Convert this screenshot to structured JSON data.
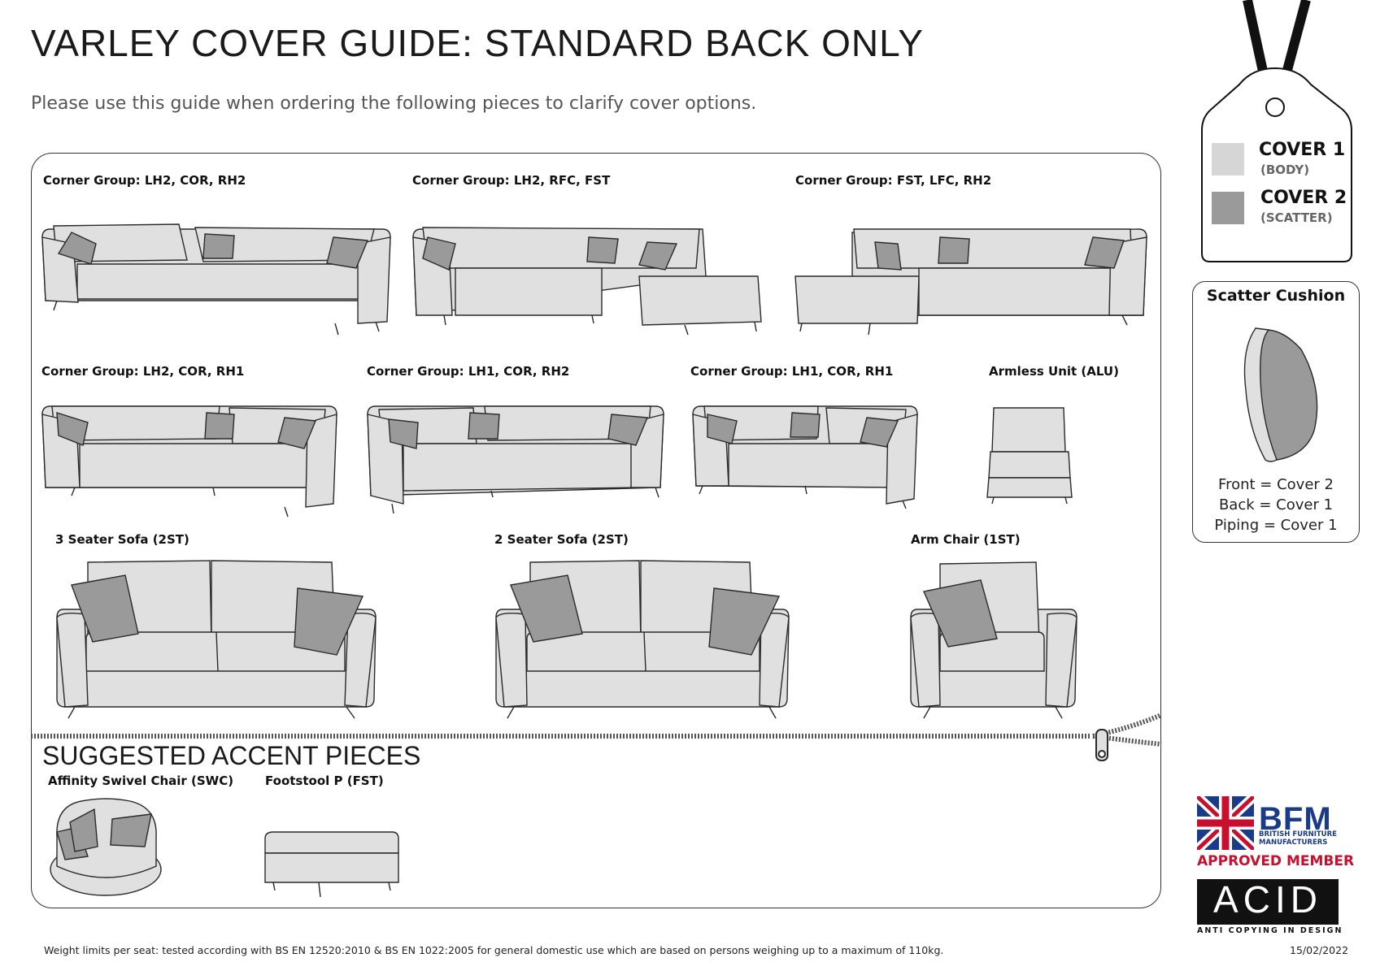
{
  "header": {
    "title": "VARLEY COVER GUIDE: STANDARD BACK ONLY",
    "subtitle": "Please use this guide when ordering the following pieces to clarify cover options."
  },
  "pieces": {
    "cg_lh2_cor_rh2": "Corner Group: LH2, COR, RH2",
    "cg_lh2_rfc_fst": "Corner Group: LH2, RFC, FST",
    "cg_fst_lfc_rh2": "Corner Group: FST, LFC, RH2",
    "cg_lh2_cor_rh1": "Corner Group: LH2, COR, RH1",
    "cg_lh1_cor_rh2": "Corner Group: LH1, COR, RH2",
    "cg_lh1_cor_rh1": "Corner Group: LH1, COR, RH1",
    "armless": "Armless Unit (ALU)",
    "sofa3": "3 Seater Sofa (2ST)",
    "sofa2": "2 Seater Sofa (2ST)",
    "armchair": "Arm Chair (1ST)"
  },
  "accent": {
    "title": "SUGGESTED ACCENT PIECES",
    "swivel": "Affinity Swivel Chair (SWC)",
    "footstool": "Footstool P (FST)"
  },
  "legend": {
    "cover1_name": "COVER 1",
    "cover1_sub": "(BODY)",
    "cover1_color": "#d6d6d6",
    "cover2_name": "COVER 2",
    "cover2_sub": "(SCATTER)",
    "cover2_color": "#9a9a9a"
  },
  "scatter": {
    "title": "Scatter Cushion",
    "front": "Front = Cover 2",
    "back": "Back = Cover 1",
    "piping": "Piping = Cover 1"
  },
  "badges": {
    "bfm": "BFM",
    "bfm_sub": "BRITISH FURNITURE MANUFACTURERS",
    "approved": "APPROVED MEMBER",
    "acid": "ACID",
    "acid_sub": "ANTI COPYING IN DESIGN"
  },
  "footer": {
    "note": "Weight limits per seat: tested according with BS EN 12520:2010 & BS EN 1022:2005 for general domestic use which are based on persons weighing up to a maximum of 110kg.",
    "date": "15/02/2022"
  },
  "colors": {
    "body": "#e0e0e0",
    "scatter": "#9a9a9a",
    "outline": "#2a2a2a"
  }
}
